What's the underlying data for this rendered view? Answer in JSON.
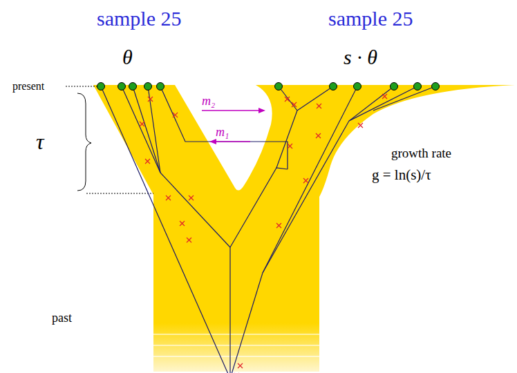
{
  "diagram": {
    "labels": [
      "sample 25",
      "sample 25",
      "θ",
      "s · θ",
      "present",
      "τ",
      "m₂",
      "m₁",
      "growth rate",
      "g = ln(s)/τ",
      "past"
    ]
  }
}
